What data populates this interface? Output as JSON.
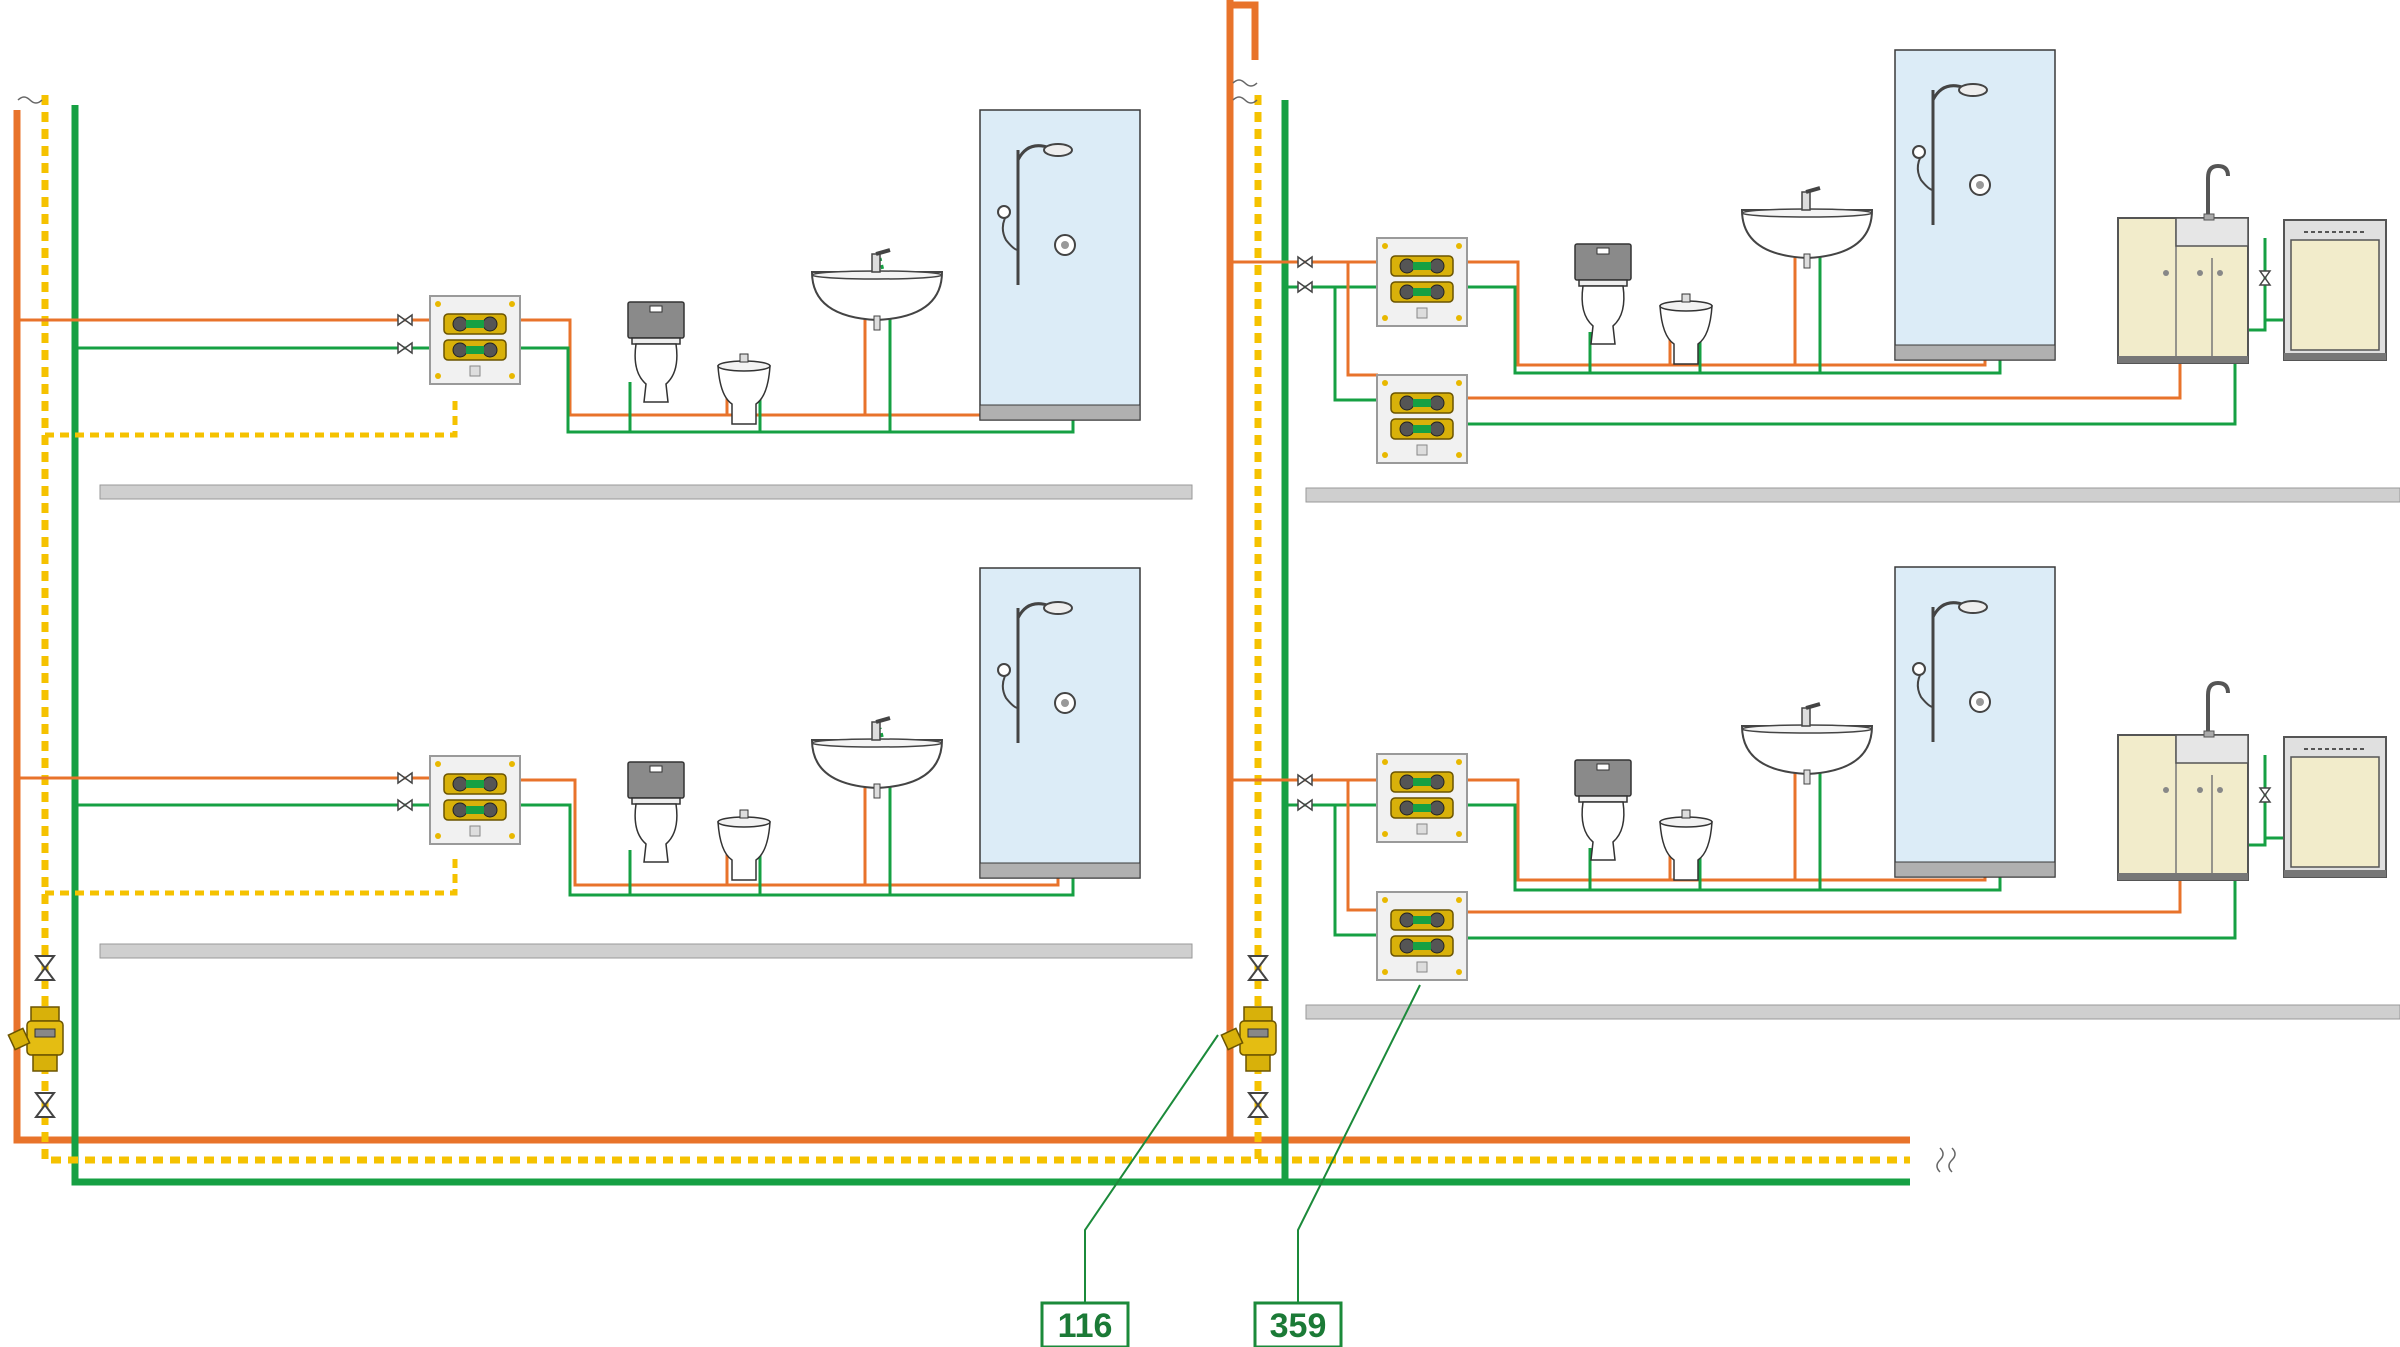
{
  "colors": {
    "hot": "#e8732b",
    "cold": "#16a043",
    "recirc": "#f5c200",
    "floor": "#cfcfcf",
    "shower": "#dcecf7",
    "cabinet": "#f2eccb",
    "manifold": "#f1f1f1",
    "brass": "#d8b10a",
    "label_border": "#1b8a3a",
    "label_text": "#1b7a36"
  },
  "labels": [
    {
      "id": "116",
      "text": "116"
    },
    {
      "id": "359",
      "text": "359"
    }
  ],
  "icons": [
    "shower-icon",
    "washbasin-icon",
    "toilet-icon",
    "bidet-icon",
    "kitchen-sink-icon",
    "dishwasher-icon",
    "manifold-icon",
    "shutoff-valve-icon",
    "mixing-valve-icon"
  ]
}
